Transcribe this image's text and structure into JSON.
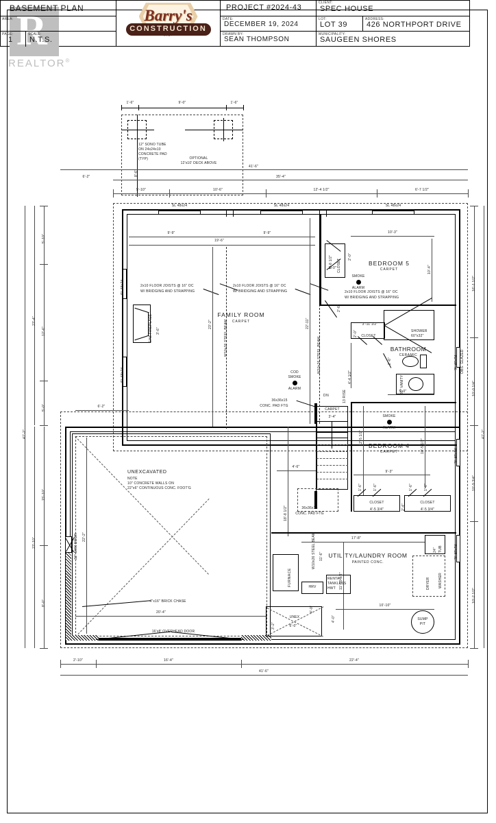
{
  "watermark": {
    "text": "REALTOR",
    "registered": "®"
  },
  "sheet": {
    "drawing_title": "BASEMENT PLAN",
    "labels": {
      "area": "AREA:",
      "page": "PAGE:",
      "scale": "SCALE:",
      "date": "DATE:",
      "drawn_by": "DRAWN BY:",
      "client": "CLIENT:",
      "lot": "LOT:",
      "address": "ADDRESS:",
      "municipality": "MUNICIPALITY:"
    },
    "area_value": "",
    "page_value": "1",
    "scale_value": "N.T.S.",
    "project": "PROJECT #2024-43",
    "date_value": "DECEMBER 19, 2024",
    "drawn_by_value": "SEAN THOMPSON",
    "client_value": "SPEC HOUSE",
    "lot_value": "LOT 39",
    "address_value": "426 NORTHPORT DRIVE",
    "municipality_value": "SAUGEEN SHORES",
    "logo": {
      "name": "Barry's",
      "sub": "CONSTRUCTION",
      "ltd": "LTD."
    }
  },
  "deck": {
    "sono_note": "12\" SONO TUBE\nON 24x24x10\nCONCRETE PAD\n(TYP)",
    "sono_l1": "12\" SONO TUBE",
    "sono_l2": "ON 24x24x10",
    "sono_l3": "CONCRETE PAD",
    "sono_l4": "(TYP)",
    "optional_l1": "OPTIONAL",
    "optional_l2": "12'x10' DECK ABOVE",
    "dim_left": "1'-6\"",
    "dim_mid": "9'-0\"",
    "dim_right": "1'-6\"",
    "dim_vert": "8'-6\""
  },
  "rooms": {
    "family": {
      "name": "FAMILY ROOM",
      "finish": "CARPET"
    },
    "bedroom5": {
      "name": "BEDROOM 5",
      "finish": "CARPET"
    },
    "bedroom4": {
      "name": "BEDROOM 4",
      "finish": "CARPET"
    },
    "bathroom": {
      "name": "BATHROOM",
      "finish": "CERAMIC"
    },
    "utility": {
      "name": "UTILITY/LAUNDRY ROOM",
      "finish": "PAINTED CONC."
    },
    "unexcavated": {
      "name": "UNEXCAVATED",
      "note_label": "NOTE",
      "note_l1": "10\" CONCRETE WALLS ON",
      "note_l2": "22\"x6\" CONTINUOUS CONC. FOOT'G"
    },
    "unex_small": {
      "name": "UNEX"
    },
    "stairs": {
      "finish": "CARPET",
      "direction": "DN",
      "rise": "13 RISE"
    }
  },
  "labels": {
    "closet": "CLOSET",
    "smoke_alarm_l1": "SMOKE",
    "smoke_alarm_l2": "ALARM",
    "co_smoke_l1": "COD",
    "co_smoke_l2": "SMOKE",
    "co_smoke_l3": "ALARM",
    "gas_fireplace": "GAS FIREPLACE",
    "joists_l1": "2x10 FLOOR JOISTS @ 16\" OC",
    "joists_l2": "W/ BRIDGING AND STRAPPING",
    "steel_beam": "W10x26 STEEL BEAM",
    "steel_beam_b": "W10x26 STEEL BEAM",
    "pad_ftg_l1": "36x36x15",
    "pad_ftg_l2": "CONC. PAD FTG",
    "window_sl": "SL 48x24",
    "obs_glazed": "OBS. GLAZED",
    "shower_l1": "SHOWER",
    "shower_l2": "60\"x32\"",
    "vanity": "36\" VANITY",
    "furnace": "FURNACE",
    "hrv": "HRV",
    "hwt_l1": "RENTAL",
    "hwt_l2": "TANKLESS",
    "hwt_l3": "HWT",
    "washer": "WASHER",
    "dryer": "DRYER",
    "lndry_tub_l1": "24\"",
    "lndry_tub_l2": "TUB",
    "sump_l1": "SUMP",
    "sump_l2": "PIT",
    "brick_chase": "4\"x16\" BRICK CHASE",
    "overhead_door": "16'x8' OVERHEAD DOOR",
    "man_door": "32\" MAN DOOR"
  },
  "dimensions": {
    "top_outer": "41'-6\"",
    "top_second": "35'-4\"",
    "top_run": [
      "5'-10\"",
      "10'-6\"",
      "12'-4 1/2\"",
      "6'-7 1/2\""
    ],
    "top_left_offset": "6'-2\"",
    "family_top_a": "9'-9\"",
    "family_top_b": "9'-9\"",
    "family_top_total": "19'-6\"",
    "bed5_width": "10'-3\"",
    "bed5_height": "10'-4\"",
    "closet5_depth": "6'-8 1/2\"",
    "closet5_w": "2'-0\"",
    "closet_b_w": "3'-11 1/2\"",
    "closet_b_d": "2'-0\"",
    "bath_w": "5'-0\"",
    "bath_run": "4'-4 1/2\"",
    "bed4_width": "9'-3\"",
    "bed4_h_left": "12'-5 1/2\"",
    "bed4_h_right": "10'-5 1/2\"",
    "closet4_a": "4'-5 3/4\"",
    "closet4_b": "4'-5 3/4\"",
    "utility_w_top": "17'-8\"",
    "utility_w_bot": "10'-10\"",
    "utility_h": "11'-10 1/2\"",
    "utility_beam_h": "11'-6\"",
    "utility_small": "4'-0\"",
    "family_h_left": "23'-2\"",
    "family_h_right": "22'-11\"",
    "fireplace_h": "3'-6\"",
    "left_run": [
      "5'-10\"",
      "12'-6\"",
      "5'-0\""
    ],
    "left_total_a": "23'-4\"",
    "left_lower": [
      "15'-10\"",
      "8'-0\""
    ],
    "left_total_b": "23'-10\"",
    "left_grand": "47'-2\"",
    "left_offset_bot": "6'-2\"",
    "right_run": [
      "16'-1 1/2\"",
      "10'-0 1/4\"",
      "10'-9 3/4\"",
      "10'-2 1/2\""
    ],
    "right_grand": "47'-2\"",
    "bottom_run": [
      "2'-10\"",
      "16'-4\"",
      "22'-4\""
    ],
    "bottom_total": "41'-6\"",
    "unex_garage_h": "22'-2\"",
    "unex_garage_w": "20'-4\"",
    "stair_w": "3'-4\"",
    "stair_landing": "4'-6\"",
    "mid_h": "18'-8 1/2\"",
    "unex_small_h": "3'-2\"",
    "unex_small_w": "6'-0\"",
    "door_2_8": "2'-8\"",
    "door_2_6": "2'-6\"",
    "door_2_4": "2'-4\"",
    "door_2_0": "2'-0\"",
    "door_1_6": "1'-6\""
  }
}
